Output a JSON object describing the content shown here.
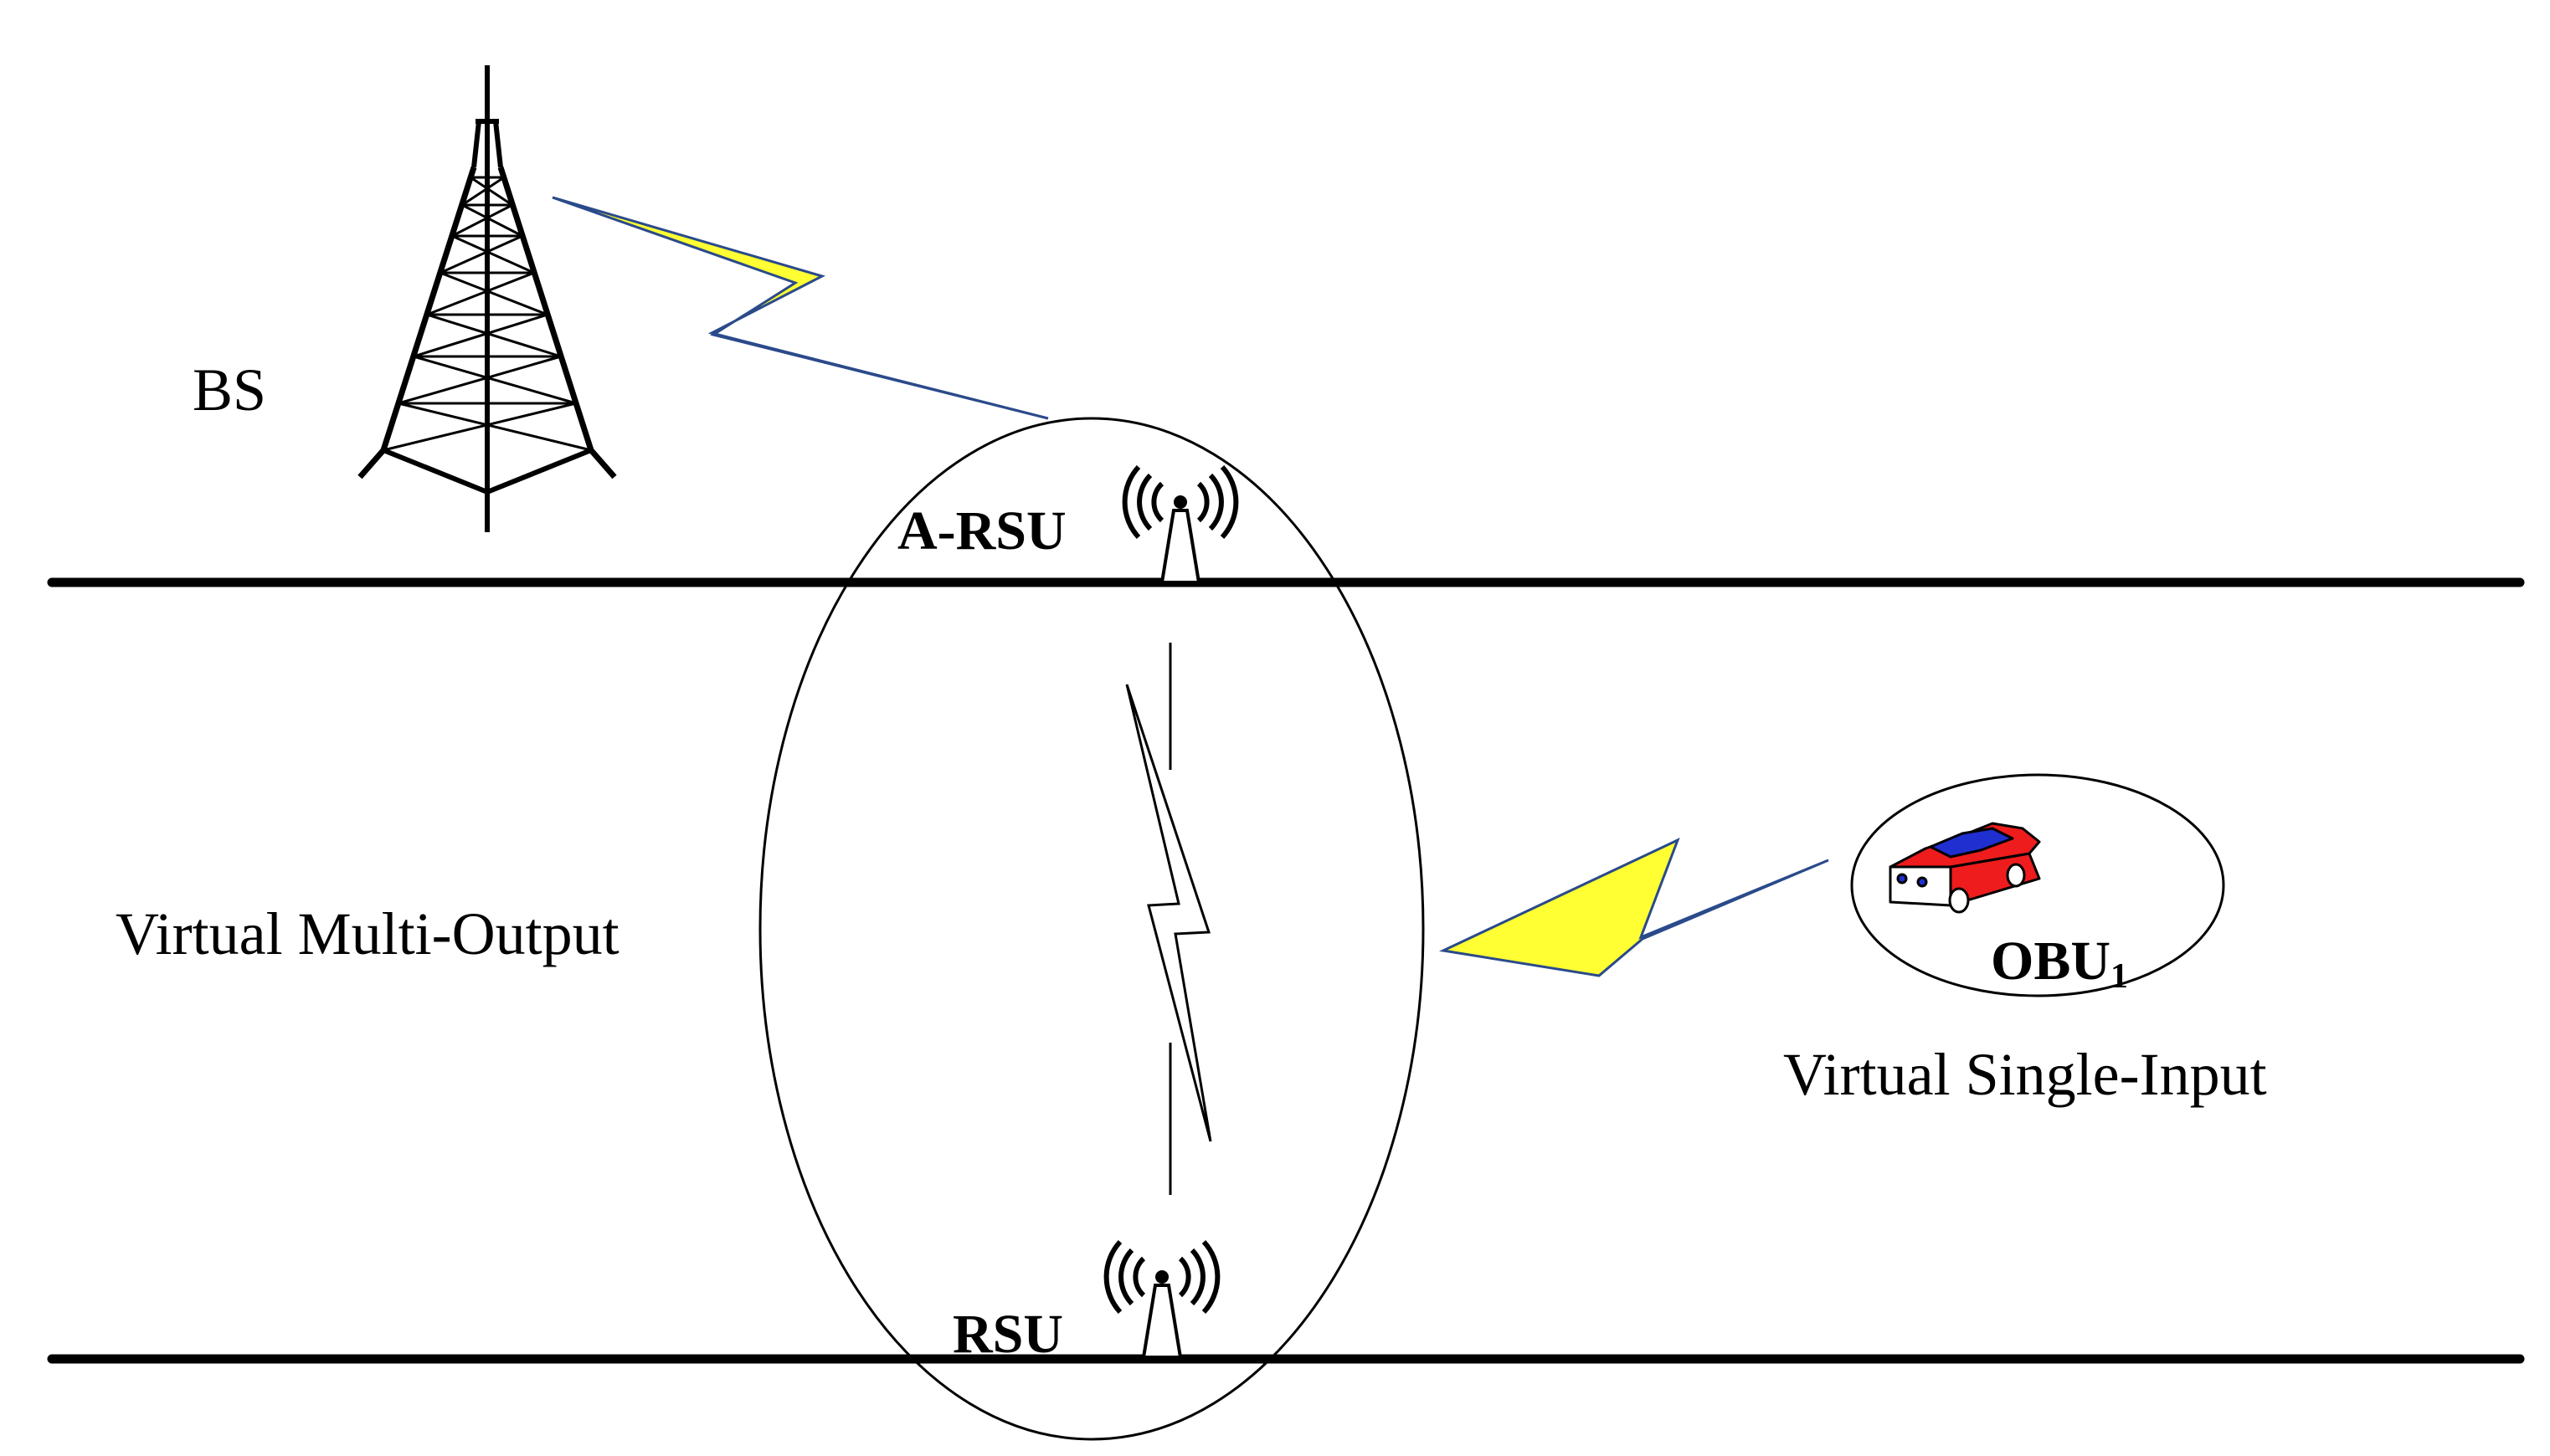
{
  "labels": {
    "bs": "BS",
    "a_rsu": "A-RSU",
    "rsu": "RSU",
    "obu": "OBU",
    "obu_subscript": "1",
    "virtual_multi_output": "Virtual Multi-Output",
    "virtual_single_input": "Virtual Single-Input"
  },
  "colors": {
    "road": "#000000",
    "lightning_fill": "#ffff33",
    "lightning_stroke": "#2a4a8a",
    "car_body": "#ee1c1c",
    "car_window": "#1f2fd0"
  },
  "icons": [
    "tower-icon",
    "antenna-icon",
    "lightning-icon",
    "car-icon"
  ]
}
